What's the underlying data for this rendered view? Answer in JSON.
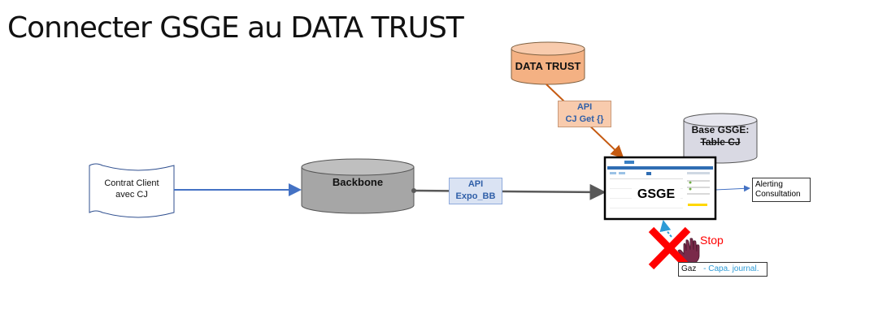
{
  "title": "Connecter GSGE au DATA TRUST",
  "nodes": {
    "data_trust": {
      "label": "DATA TRUST"
    },
    "base_gsge": {
      "line1": "Base GSGE:",
      "line2": "Table CJ"
    },
    "contrat": {
      "line1": "Contrat Client",
      "line2": "avec CJ"
    },
    "backbone": {
      "label": "Backbone"
    },
    "gsge": {
      "label": "GSGE"
    },
    "alerting": {
      "line1": "Alerting",
      "line2": "Consultation"
    },
    "gaz": {
      "label": "Gaz",
      "detail": "- Capa. journal."
    },
    "stop": {
      "label": "Stop"
    }
  },
  "apis": {
    "cj_get": {
      "line1": "API",
      "line2": "CJ Get {}"
    },
    "expo_bb": {
      "line1": "API",
      "line2": "Expo_BB"
    }
  },
  "colors": {
    "data_trust_fill": "#f4b183",
    "base_fill": "#d9d9e3",
    "backbone_fill": "#a6a6a6",
    "blue_arrow": "#4472c4",
    "orange_arrow": "#c55a11",
    "grey_arrow": "#595959",
    "api_blue_fill": "#dae3f3",
    "api_orange_fill": "#f8cbad",
    "red_cross": "#ff0000"
  }
}
